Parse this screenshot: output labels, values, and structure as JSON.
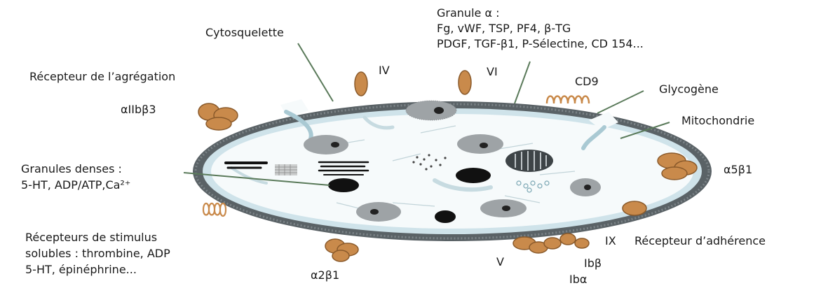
{
  "labels": {
    "granule_alpha_title": "Granule α :",
    "granule_alpha_line1": "Fg, vWF, TSP, PF4, β-TG",
    "granule_alpha_line2": "PDGF, TGF-β1, P-Sélectine, CD 154...",
    "cytosquelette": "Cytosquelette",
    "recepteur_agregation": "Récepteur de l’agrégation",
    "aIIbb3": "αIIbβ3",
    "cd9": "CD9",
    "glycogene": "Glycogène",
    "mitochondrie": "Mitochondrie",
    "granules_denses_line1": "Granules denses :",
    "granules_denses_line2": "5-HT, ADP/ATP,Ca²⁺",
    "a5b1": "α5β1",
    "recepteurs_stimulus_line1": "Récepteurs de stimulus",
    "recepteurs_stimulus_line2": "solubles : thrombine, ADP",
    "recepteurs_stimulus_line3": "5-HT, épinéphrine...",
    "a2b1": "α2β1",
    "ix": "IX",
    "recepteur_adherence": "Récepteur d’adhérence",
    "v": "V",
    "ib_beta": "Ibβ",
    "ib_alpha": "Ibα",
    "iv": "IV",
    "vi": "VI"
  },
  "colors": {
    "membrane_dark": "#5a6266",
    "membrane_light": "#cfe3ea",
    "receptor": "#c98a4b",
    "receptor_dark": "#8a5a2b",
    "leader": "#5a7a5a"
  }
}
